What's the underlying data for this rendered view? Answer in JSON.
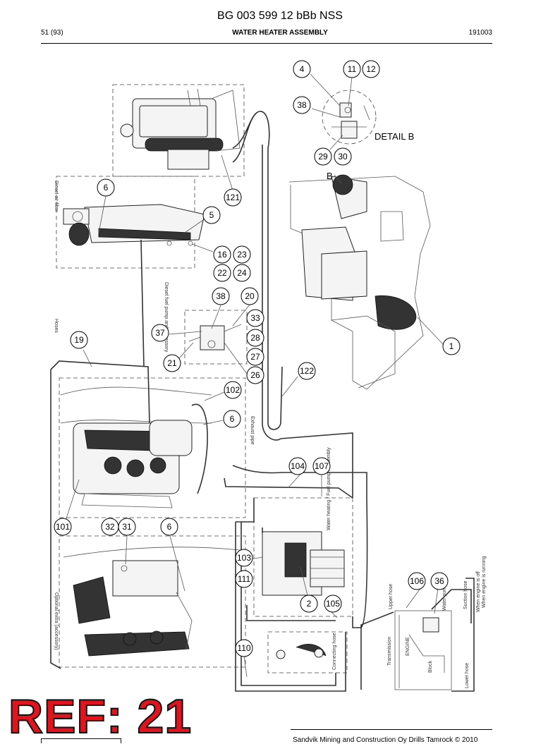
{
  "header": {
    "doc_number": "BG 003 599 12 bBb NSS",
    "page": "51 (93)",
    "section_title": "WATER HEATER ASSEMBLY",
    "doc_code": "191003"
  },
  "drawing": {
    "detail_label": "DETAIL B",
    "detail_marker": "B",
    "callouts": [
      "4",
      "11",
      "12",
      "38",
      "29",
      "30",
      "6",
      "121",
      "5",
      "16",
      "23",
      "22",
      "24",
      "38",
      "20",
      "33",
      "28",
      "37",
      "27",
      "21",
      "26",
      "19",
      "1",
      "122",
      "102",
      "6",
      "104",
      "107",
      "101",
      "32",
      "31",
      "6",
      "103",
      "111",
      "106",
      "36",
      "2",
      "105",
      "110"
    ],
    "rotated_labels": {
      "air_filter": "Diesel air filter",
      "fuel_pump": "Diesel fuel pump and accessory",
      "exhaust_pipe": "Exhaust pipe",
      "hoses": "Hoses",
      "optional_extra": "Optional extra (accessory)",
      "water_heating": "Water heating / Fuel pump / assembly",
      "upper_hose": "Upper hose",
      "transmission": "Transmission",
      "engine": "ENGINE",
      "block": "Block",
      "water_pump": "Water pump",
      "suction_hose": "Suction hose",
      "when_engine_off": "When engine is off",
      "when_engine_running": "When engine is running",
      "lower_hose": "Lower hose",
      "connect_hose": "Connecting hose"
    }
  },
  "stamp": {
    "ref_text": "REF: 21"
  },
  "footer": {
    "copyright": "Sandvik Mining and Construction Oy Drills Tamrock © 2010"
  }
}
